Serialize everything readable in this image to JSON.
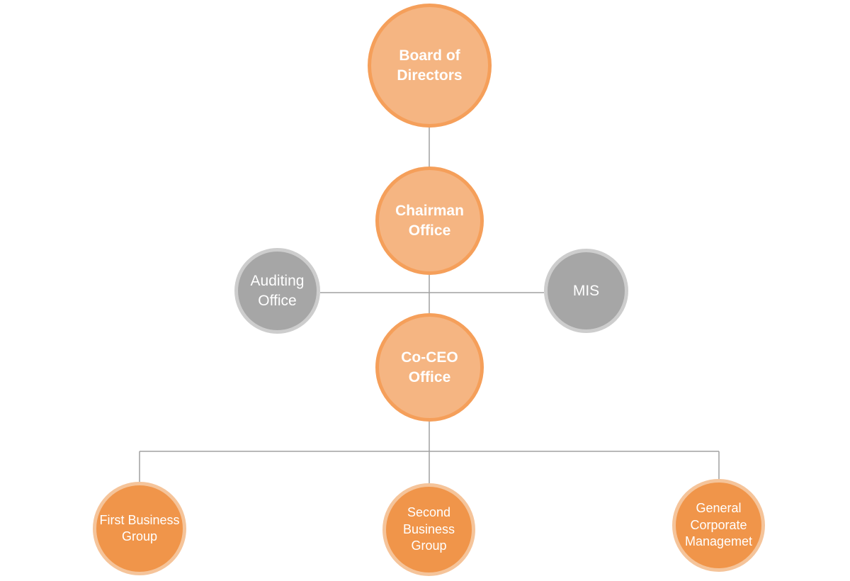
{
  "nodes": {
    "board": {
      "label": "Board of Directors"
    },
    "chairman": {
      "label": "Chairman Office"
    },
    "audit": {
      "label": "Auditing Office"
    },
    "mis": {
      "label": "MIS"
    },
    "coceo": {
      "label": "Co-CEO Office"
    },
    "first": {
      "label": "First Business Group"
    },
    "second": {
      "label": "Second Business Group"
    },
    "general": {
      "label": "General Corporate Managemet"
    }
  },
  "colors": {
    "primary_fill": "#f5b582",
    "primary_border": "#f59f5a",
    "secondary_fill": "#a6a6a6",
    "secondary_border": "#cdcdcd",
    "group_fill": "#f0954a",
    "group_border": "#f5c49a",
    "connector": "#a0a0a0"
  }
}
